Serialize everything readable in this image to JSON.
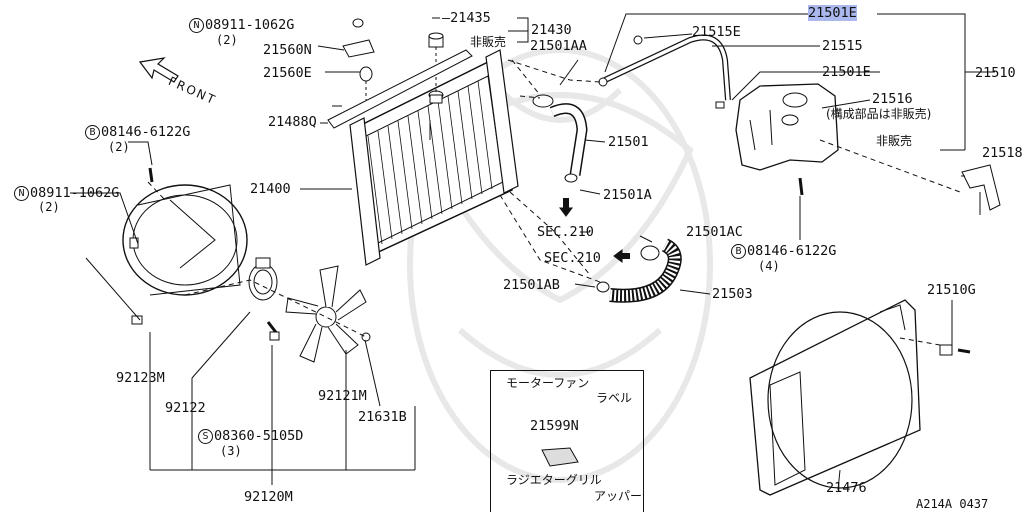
{
  "diagram_id": "A214A 0437",
  "direction_label": "FRONT",
  "circled_prefixes": {
    "N": "N",
    "B": "B",
    "S": "S"
  },
  "part_labels": {
    "p08911_1062G_top": "08911-1062G",
    "p08911_1062G_top_qty": "(2)",
    "p21560N": "21560N",
    "p21560E": "21560E",
    "p21488Q": "21488Q",
    "p21435": "21435",
    "p21430": "21430",
    "not_sold_1": "非販売",
    "p21501AA": "21501AA",
    "p21515E": "21515E",
    "p21515": "21515",
    "p21501E_top": "21501E",
    "p21501E_mid": "21501E",
    "p21510": "21510",
    "p21516": "21516",
    "p21516_note": "(構成部品は非販売)",
    "not_sold_2": "非販売",
    "p21518": "21518",
    "p21501": "21501",
    "p21501A": "21501A",
    "p21400": "21400",
    "sec210_a": "SEC.210",
    "sec210_b": "SEC.210",
    "p21501AC": "21501AC",
    "p21501AB": "21501AB",
    "p21503": "21503",
    "p08146_6122G_right": "08146-6122G",
    "p08146_6122G_right_qty": "(4)",
    "p08146_6122G_left": "08146-6122G",
    "p08146_6122G_left_qty": "(2)",
    "p08911_1062G_left": "08911-1062G",
    "p08911_1062G_left_qty": "(2)",
    "p21510G": "21510G",
    "p92123M": "92123M",
    "p92122": "92122",
    "p92121M": "92121M",
    "p21631B": "21631B",
    "p08360_5105D": "08360-5105D",
    "p08360_5105D_qty": "(3)",
    "p92120M": "92120M",
    "p21476": "21476"
  },
  "label_box": {
    "motor_fan_label_1": "モーターファン",
    "motor_fan_label_2": "ラベル",
    "part": "21599N",
    "grille_upper_1": "ラジエターグリル",
    "grille_upper_2": "アッパー"
  },
  "colors": {
    "line": "#111111",
    "highlight": "#aab8ee",
    "watermark": "#e6e6e6"
  }
}
